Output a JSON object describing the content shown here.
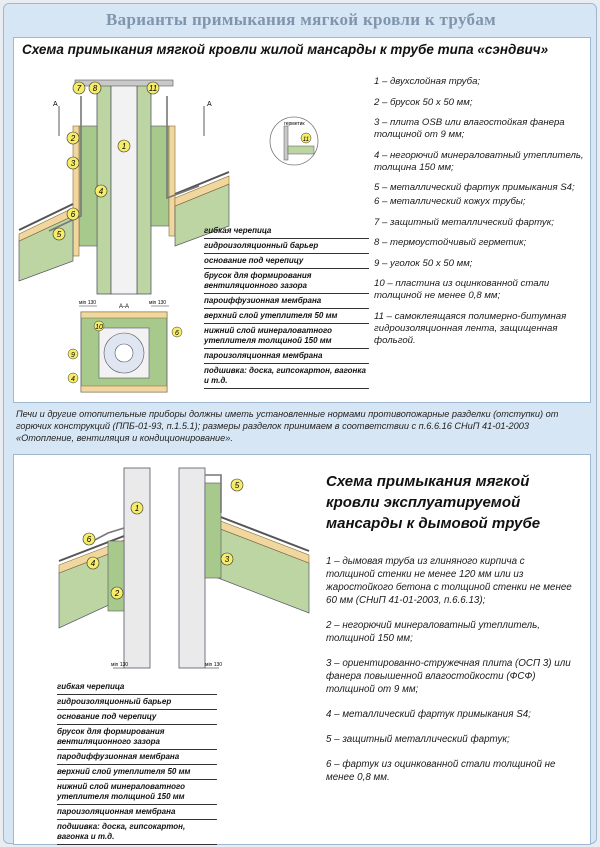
{
  "page_title": "Варианты примыкания мягкой кровли к трубам",
  "top": {
    "title": "Схема примыкания мягкой кровли жилой мансарды к трубе типа «сэндвич»",
    "legend": [
      "1 – двухслойная труба;",
      "2 – брусок 50 х 50 мм;",
      "3 – плита OSB или влагостойкая фанера толщиной от 9 мм;",
      "4 – негорючий минераловатный утеплитель, толщина 150 мм;",
      "5 – металлический фартук примыкания S4;",
      "6 – металлический кожух трубы;",
      "7 – защитный металлический фартук;",
      "8 – термоустойчивый герметик;",
      "9 – уголок 50 х 50 мм;",
      "10 – пластина из оцинкованной стали толщиной не менее 0,8 мм;",
      "11 – самоклеящаяся полимерно-битумная гидроизоляционная лента, защищенная фольгой."
    ],
    "layer_labels": [
      "гибкая черепица",
      "гидроизоляционный барьер",
      "основание под черепицу",
      "брусок для формирования вентиляционного зазора",
      "пароиффузионная мембрана",
      "верхний слой утеплителя 50 мм",
      "нижний слой минераловатного утеплителя толщиной 150 мм",
      "пароизоляционная мембрана",
      "подшивка: доска, гипсокартон, вагонка и т.д."
    ],
    "section_label": "А-А",
    "section_mark": "А",
    "detail_label": "герметик",
    "dim_label": "мin 130",
    "numbers": [
      "1",
      "2",
      "3",
      "4",
      "5",
      "6",
      "7",
      "8",
      "9",
      "10",
      "11"
    ]
  },
  "note": "Печи и другие отопительные приборы должны иметь установленные нормами противопожарные разделки (отступки) от горючих конструкций (ППБ-01-93, п.1.5.1); размеры разделок принимаем в соответствии с п.6.6.16 СНиП 41-01-2003 «Отопление, вентиляция и кондиционирование».",
  "bottom": {
    "title": "Схема примыкания мягкой кровли эксплуатируемой мансарды к дымовой трубе",
    "legend": [
      "1 – дымовая труба из глиняного кирпича с толщиной стенки не менее 120 мм или из жаростойкого бетона с толщиной стенки не менее 60 мм (СНиП 41-01-2003, п.6.6.13);",
      "2 – негорючий минераловатный утеплитель, толщиной 150 мм;",
      "3 – ориентированно-стружечная плита (ОСП 3) или фанера повышенной влагостойкости (ФСФ) толщиной от 9 мм;",
      "4 – металлический фартук примыкания S4;",
      "5 – защитный металлический фартук;",
      "6 – фартук из оцинкованной стали толщиной не менее 0,8 мм."
    ],
    "layer_labels": [
      "гибкая черепица",
      "гидроизоляционный барьер",
      "основание под черепицу",
      "брусок для формирования вентиляционного зазора",
      "пародиффузионная мембрана",
      "верхний слой утеплителя 50 мм",
      "нижний слой минераловатного утеплителя толщиной 150 мм",
      "пароизоляционная мембрана",
      "подшивка: доска, гипсокартон, вагонка и т.д."
    ],
    "dim_label": "мin 130",
    "numbers": [
      "1",
      "2",
      "3",
      "4",
      "5",
      "6"
    ]
  },
  "colors": {
    "background": "#d7e6f4",
    "insulation": "#bcd5a3",
    "wood": "#f0d7a0",
    "metal": "#c9c9c9",
    "chimney": "#eaeaea",
    "callout": "#f6ec6a"
  }
}
